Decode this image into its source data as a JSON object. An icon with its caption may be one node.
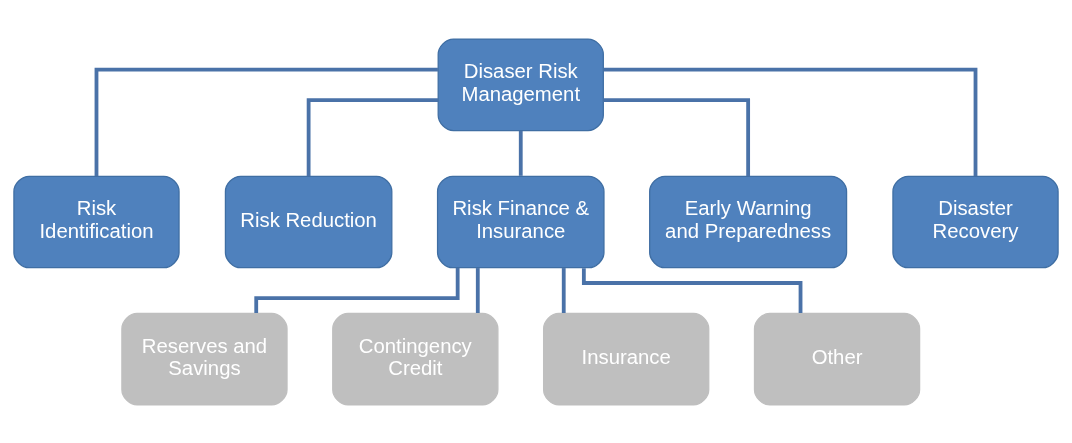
{
  "diagram": {
    "nodes": [
      {
        "text": [
          "Disaser Risk Management"
        ]
      },
      {
        "text": [
          "Risk Identification"
        ]
      },
      {
        "text": [
          "Risk Reduction"
        ]
      },
      {
        "text": [
          "Risk Finance & Insurance"
        ]
      },
      {
        "text": [
          "Early Warning and Preparedness"
        ]
      },
      {
        "text": [
          "Disaster Recovery"
        ]
      },
      {
        "text": [
          "Reserves and Savings"
        ]
      },
      {
        "text": [
          "Contingency Credit"
        ]
      },
      {
        "text": [
          "Insurance"
        ]
      },
      {
        "text": [
          "Other"
        ]
      }
    ],
    "edges": [
      {
        "from": 0,
        "to": 1,
        "arrow": "none"
      },
      {
        "from": 0,
        "to": 2,
        "arrow": "none"
      },
      {
        "from": 0,
        "to": 3,
        "arrow": "none"
      },
      {
        "from": 0,
        "to": 4,
        "arrow": "none"
      },
      {
        "from": 0,
        "to": 5,
        "arrow": "none"
      },
      {
        "from": 3,
        "to": 6,
        "arrow": "none"
      },
      {
        "from": 3,
        "to": 7,
        "arrow": "none"
      },
      {
        "from": 3,
        "to": 8,
        "arrow": "none"
      },
      {
        "from": 3,
        "to": 9,
        "arrow": "none"
      }
    ]
  }
}
